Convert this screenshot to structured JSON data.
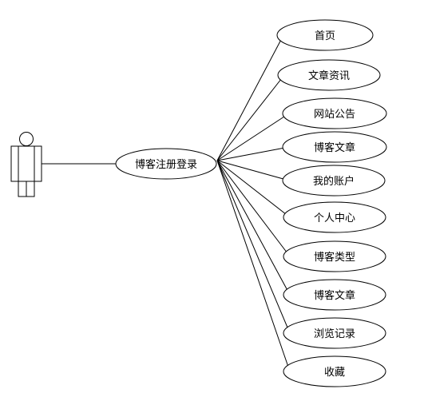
{
  "diagram": {
    "type": "use-case",
    "actor": {
      "name": ""
    },
    "central_use_case": "博客注册登录",
    "use_cases": [
      "首页",
      "文章资讯",
      "网站公告",
      "博客文章",
      "我的账户",
      "个人中心",
      "博客类型",
      "博客文章",
      "浏览记录",
      "收藏"
    ]
  }
}
